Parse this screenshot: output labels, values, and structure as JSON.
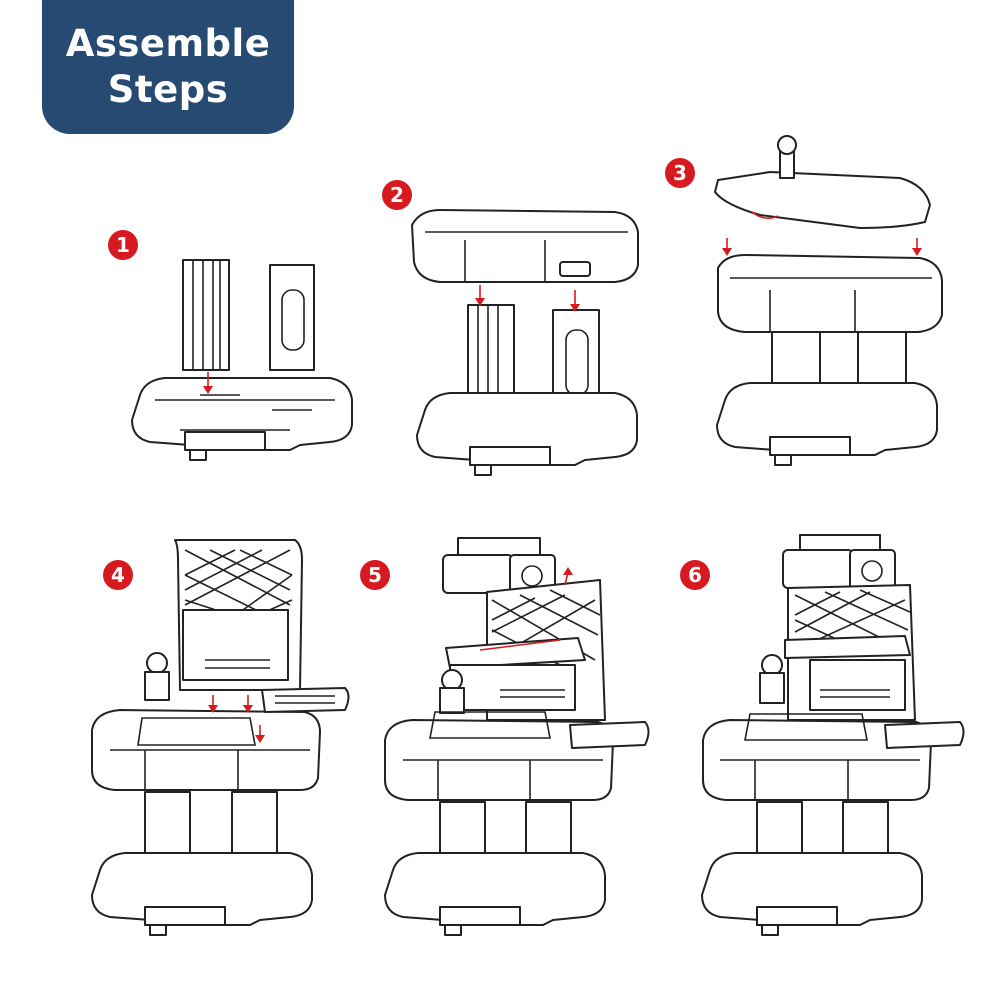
{
  "title": {
    "line1": "Assemble",
    "line2": "Steps"
  },
  "steps": [
    {
      "number": "1"
    },
    {
      "number": "2"
    },
    {
      "number": "3"
    },
    {
      "number": "4"
    },
    {
      "number": "5"
    },
    {
      "number": "6"
    }
  ],
  "colors": {
    "title_bg": "#264a72",
    "badge": "#d71920",
    "line": "#222222",
    "arrow": "#d71920"
  }
}
